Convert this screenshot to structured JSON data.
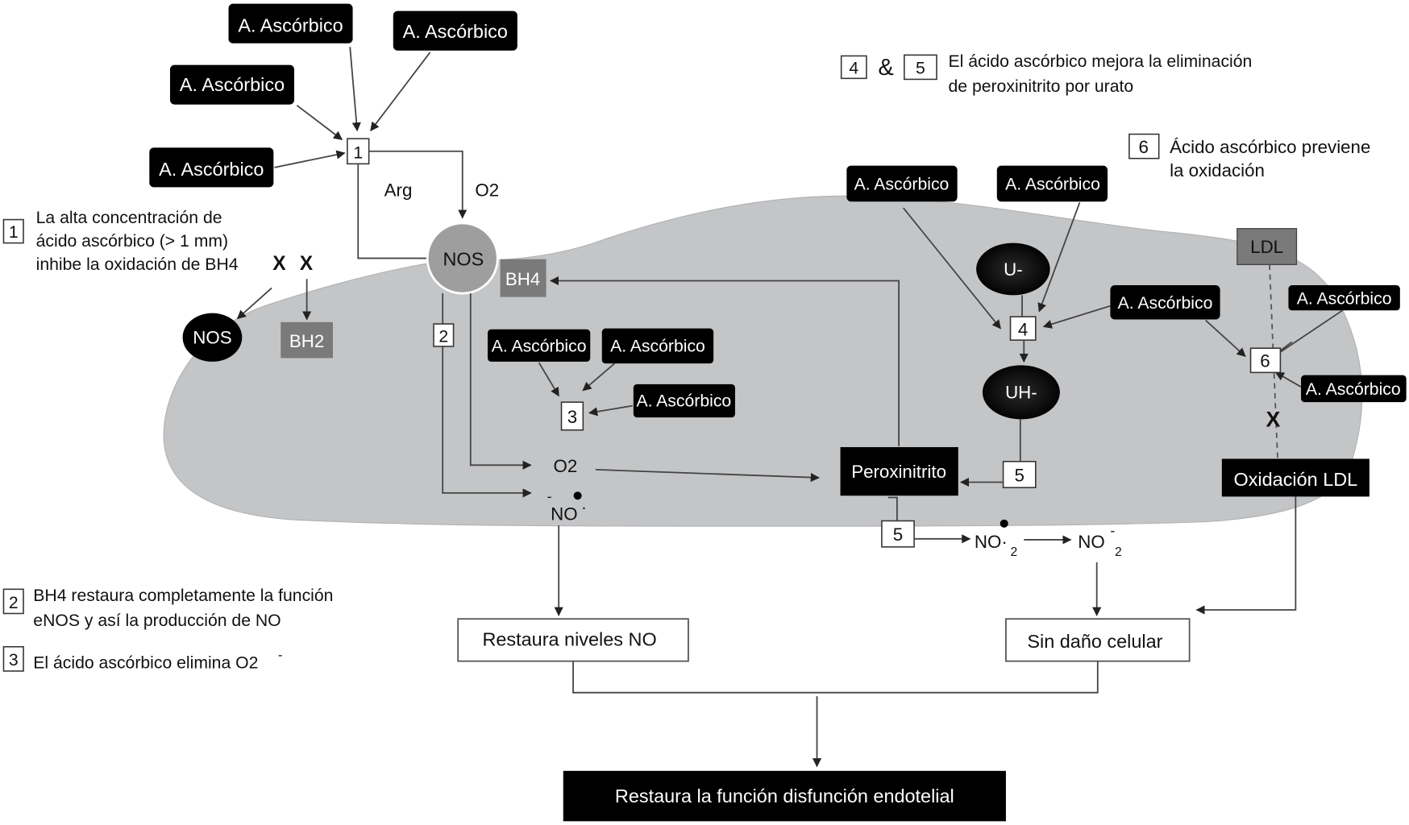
{
  "legend": {
    "item1": {
      "num": "1",
      "lines": [
        "La alta concentración de",
        "ácido ascórbico (> 1 mm)",
        "inhibe la oxidación de BH4"
      ]
    },
    "item2": {
      "num": "2",
      "lines": [
        "BH4 restaura completamente la función",
        "eNOS y así la producción de NO"
      ]
    },
    "item3": {
      "num": "3",
      "text": "El ácido ascórbico elimina O2",
      "superscript": "-"
    },
    "item45": {
      "num_a": "4",
      "amp": "&",
      "num_b": "5",
      "lines": [
        "El ácido ascórbico mejora la eliminación",
        "de peroxinitrito por urato"
      ]
    },
    "item6": {
      "num": "6",
      "lines": [
        "Ácido ascórbico previene",
        "la oxidación"
      ]
    }
  },
  "ascorbic_label": "A. Ascórbico",
  "nodes": {
    "step1": "1",
    "step2": "2",
    "step3": "3",
    "step4": "4",
    "step5a": "5",
    "step5b": "5",
    "step6": "6",
    "arg": "Arg",
    "o2_top": "O2",
    "nos_main": "NOS",
    "bh4": "BH4",
    "nos_inactive": "NOS",
    "bh2": "BH2",
    "x_mark": "X",
    "o2_mid": "O2",
    "no_radical": "NO",
    "no_minus": "-",
    "no_dot": "·",
    "peroxinitrito": "Peroxinitrito",
    "u_minus": "U-",
    "uh_minus": "UH-",
    "ldl": "LDL",
    "oxidacion_ldl": "Oxidación LDL",
    "no2_radical": "NO·",
    "no2_anion": "NO",
    "no2_sub": "2",
    "no2_anion_sup": "-"
  },
  "outcomes": {
    "restaura_no": "Restaura niveles NO",
    "sin_dano": "Sin daño celular",
    "final": "Restaura la función disfunción endotelial"
  },
  "colors": {
    "cell": "#c4c5c7",
    "nos_circle": "#9e9e9e",
    "grey_box": "#7a7a7a",
    "black": "#000000"
  }
}
